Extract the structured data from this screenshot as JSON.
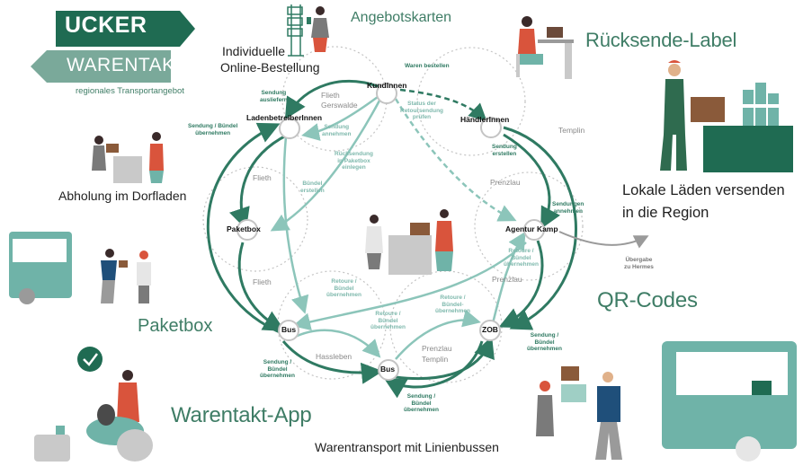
{
  "logo": {
    "line1": "UCKER",
    "line2": "WARENTAKT",
    "subtitle": "regionales Transportangebot"
  },
  "headlines": {
    "angebotskarten": "Angebotskarten",
    "ruecksende_label": "Rücksende-Label",
    "online_bestellung_1": "Individuelle",
    "online_bestellung_2": "Online-Bestellung",
    "abholung": "Abholung im Dorfladen",
    "lokale_laeden_1": "Lokale Läden versenden",
    "lokale_laeden_2": "in die Region",
    "qr_codes": "QR-Codes",
    "paketbox": "Paketbox",
    "warentakt_app": "Warentakt-App",
    "linienbusse": "Warentransport mit Linienbussen"
  },
  "nodes": {
    "kundinnen": "KundInnen",
    "laden": "LadenbetreiberInnen",
    "haendler": "HändlerInnen",
    "paketbox": "Paketbox",
    "agentur": "Agentur Kamp",
    "bus_left": "Bus",
    "bus_mid": "Bus",
    "zob": "ZOB"
  },
  "routes": {
    "flieth_gerswalde_1": "Flieth",
    "flieth_gerswalde_2": "Gerswalde",
    "templin": "Templin",
    "flieth_left": "Flieth",
    "prenzlau_top": "Prenzlau",
    "flieth_bottom": "Flieth",
    "prenzlau_right": "Prenzlau",
    "hassleben": "Hassleben",
    "prenzlau_templin_1": "Prenzlau",
    "prenzlau_templin_2": "Templin"
  },
  "steps": {
    "waren_bestellen": "Waren bestellen",
    "sendung_ausliefern": "Sendung\nausliefern",
    "status_retoure": "Status der\nRetoursendung\nprüfen",
    "sendung_annehmen": "Sendung\nannehmen",
    "sendung_erstellen": "Sendung\nerstellen",
    "sendung_buendel_left": "Sendung / Bündel\nübernehmen",
    "ruecksendung": "Rücksendung\nin Paketbox\neinlegen",
    "buendel_erstellen": "Bündel\nerstellen",
    "sendungen_annehmen": "Sendungen\nannehmen",
    "retoure_right": "Retoure /\nBündel\nübernehmen",
    "uebergabe_hermes": "Übergabe\nzu Hermes",
    "retoure_mid_left": "Retoure /\nBündel\nübernehmen",
    "retoure_mid": "Retoure /\nBündel\nübernehmen",
    "retoure_zob": "Retoure /\nBündel-\nübernehmen",
    "sendung_buendel_busl": "Sendung /\nBündel\nübernehmen",
    "sendung_buendel_zob": "Sendung /\nBündel\nübernehmen",
    "sendung_buendel_bus": "Sendung /\nBündel\nübernehmen"
  },
  "colors": {
    "dark_green": "#2f7a62",
    "light_teal": "#8cc5ba",
    "logo_green": "#1f6b52",
    "logo_grey_green": "#7aa99a",
    "dotted": "#bdbdbd",
    "grey_arrow": "#9a9a9a",
    "illustration_teal": "#6fb3a8",
    "red": "#d9543c"
  },
  "icons": [
    "clothes-rack-icon",
    "person-with-phone-icon",
    "desk-worker-icon",
    "delivery-man-icon",
    "shop-counter-icon",
    "bus-icon",
    "checkmark-icon",
    "cat-icon",
    "parcel-icon"
  ]
}
